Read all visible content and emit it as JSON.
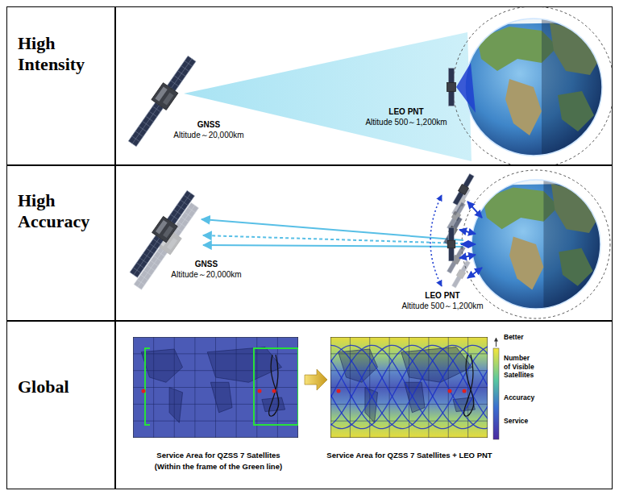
{
  "diagram": {
    "nodes": [
      {
        "text": [
          "High Intensity"
        ]
      },
      {
        "text": [
          "GNSS",
          "Altitude～20,000km",
          "LEO PNT",
          "Altitude 500～1,200km"
        ]
      },
      {
        "text": [
          "High Accuracy"
        ]
      },
      {
        "text": [
          "GNSS",
          "Altitude～20,000km",
          "LEO PNT",
          "Altitude 500～1,200km"
        ]
      },
      {
        "text": [
          "Global"
        ]
      },
      {
        "text": [
          "Service Area for QZSS 7 Satellites",
          "(Within the frame of the Green line)",
          "Service Area for QZSS 7 Satellites + LEO PNT",
          "Better",
          "Number of Visible Satellites",
          "Accuracy",
          "Service"
        ]
      }
    ]
  }
}
